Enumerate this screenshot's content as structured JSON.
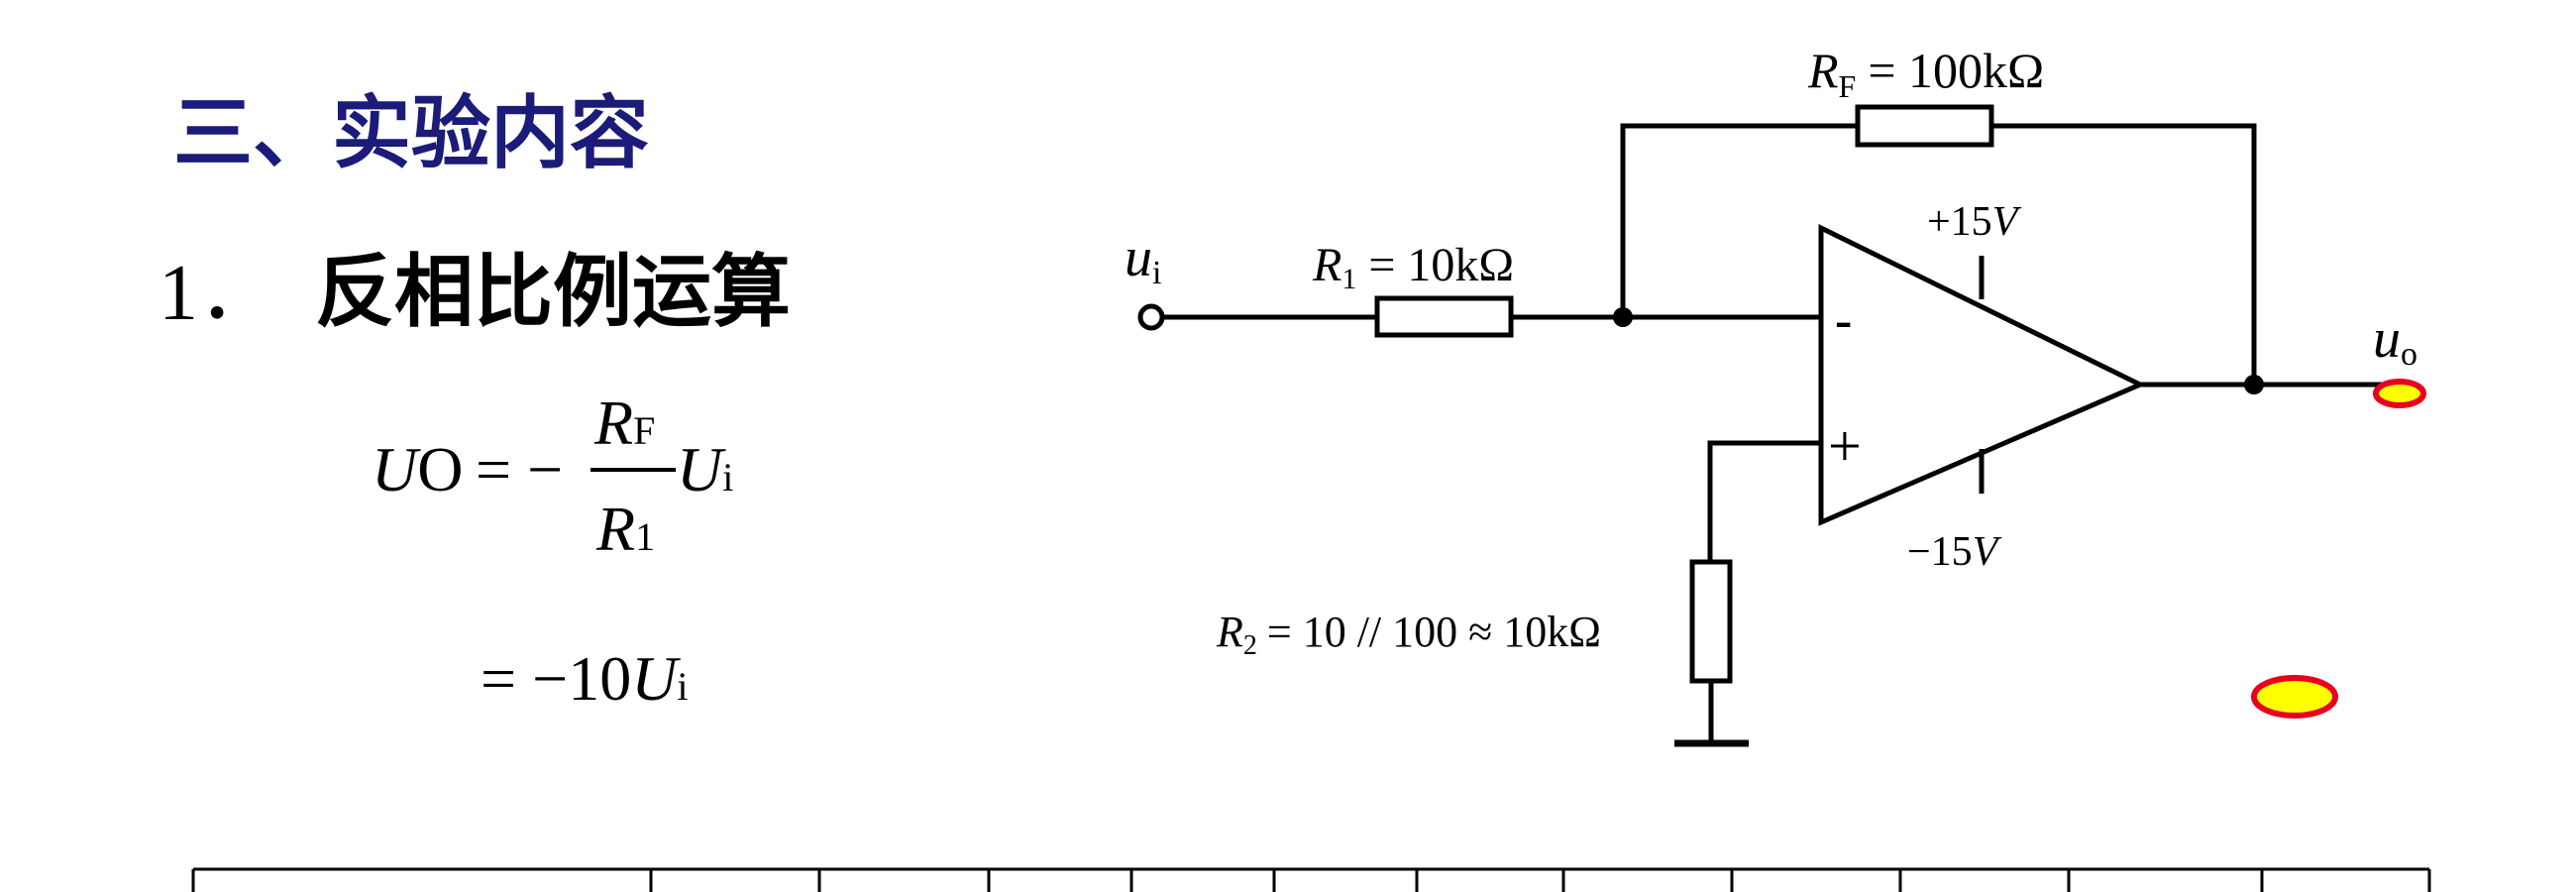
{
  "slide": {
    "section_heading": "三、实验内容",
    "sub_number": "1．",
    "sub_title": "反相比例运算"
  },
  "formula": {
    "lhs_U": "U",
    "lhs_o": "O",
    "equals_minus": "= −",
    "num_R": "R",
    "num_sub": "F",
    "den_R": "R",
    "den_sub": "1",
    "rhs_U": "U",
    "rhs_sub": "i",
    "line2_prefix": "= −10",
    "line2_U": "U",
    "line2_sub": "i"
  },
  "circuit": {
    "rf": {
      "sym": "R",
      "sub": "F",
      "value": "= 100kΩ"
    },
    "r1": {
      "sym": "R",
      "sub": "1",
      "value": "= 10kΩ"
    },
    "r2": {
      "sym": "R",
      "sub": "2",
      "value": "= 10 // 100 ≈ 10kΩ"
    },
    "input": {
      "sym": "u",
      "sub": "i"
    },
    "output": {
      "sym": "u",
      "sub": "o"
    },
    "vplus": {
      "text": "+15",
      "unit": "V"
    },
    "vminus": {
      "text": "−15",
      "unit": "V"
    },
    "inverting_sign": "-",
    "noninverting_sign": "+"
  },
  "table": {
    "columns": [
      "",
      "",
      "",
      "",
      "",
      "",
      "",
      "",
      "",
      "",
      "",
      ""
    ]
  },
  "colors": {
    "heading": "#1b1b7a",
    "highlight_fill": "#ffff00",
    "highlight_stroke": "#e8001c"
  }
}
